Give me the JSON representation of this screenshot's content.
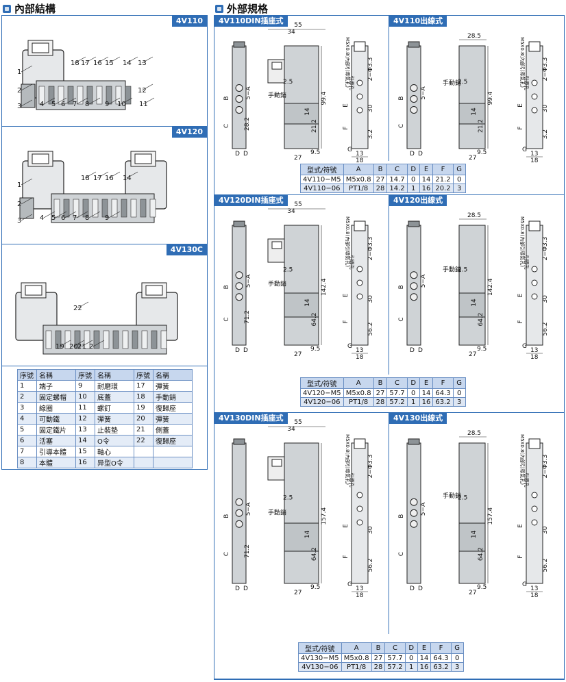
{
  "left_section": {
    "title": "內部結構"
  },
  "right_section": {
    "title": "外部規格"
  },
  "internal_panels": [
    {
      "tag": "4V110",
      "labels": [
        "1",
        "2",
        "3",
        "4",
        "5",
        "6",
        "7",
        "8",
        "9",
        "10",
        "11",
        "12",
        "13",
        "14",
        "15",
        "16",
        "17",
        "18"
      ]
    },
    {
      "tag": "4V120",
      "labels": [
        "1",
        "2",
        "3",
        "4",
        "5",
        "6",
        "7",
        "8",
        "9",
        "14",
        "16",
        "17",
        "18"
      ]
    },
    {
      "tag": "4V130C",
      "labels": [
        "2",
        "19",
        "20",
        "21",
        "22"
      ]
    }
  ],
  "parts_table": {
    "headers": [
      "序號",
      "名稱",
      "序號",
      "名稱",
      "序號",
      "名稱"
    ],
    "rows": [
      [
        "1",
        "端子",
        "9",
        "耐磨環",
        "17",
        "彈簧"
      ],
      [
        "2",
        "固定螺帽",
        "10",
        "底蓋",
        "18",
        "手動銷"
      ],
      [
        "3",
        "線圈",
        "11",
        "螺釘",
        "19",
        "復歸座"
      ],
      [
        "4",
        "可動鐵",
        "12",
        "彈簧",
        "20",
        "彈簧"
      ],
      [
        "5",
        "固定鐵片",
        "13",
        "止裝墊",
        "21",
        "側蓋"
      ],
      [
        "6",
        "活塞",
        "14",
        "O令",
        "22",
        "復歸座"
      ],
      [
        "7",
        "引導本體",
        "15",
        "軸心",
        "",
        " "
      ],
      [
        "8",
        "本體",
        "16",
        "异型O令",
        "",
        ""
      ]
    ]
  },
  "spec_panels": [
    {
      "din_tag": "4V110DIN插座式",
      "wire_tag": "4V110出線式",
      "dims_din": {
        "w1": "55",
        "w2": "34",
        "a": "2.5",
        "h1": "99.4",
        "h2": "21.2",
        "h3": "28.2",
        "h4": "14",
        "b1": "27",
        "b2": "9.5",
        "manual": "手動銷"
      },
      "dims_wire": {
        "w1": "28.5",
        "a": "2.5",
        "h1": "99.4",
        "h2": "21.2",
        "h4": "14",
        "b1": "27",
        "b2": "9.5",
        "manual": "手動銷"
      },
      "side_dims": {
        "holes": "2−Φ3.3",
        "v1": "30",
        "v2": "3.2",
        "b1": "13",
        "b2": "18",
        "screw": "M5X0.8(內部引導氣孔)",
        "port": "引導孔"
      },
      "table": {
        "headers": [
          "型式/符號",
          "A",
          "B",
          "C",
          "D",
          "E",
          "F",
          "G"
        ],
        "rows": [
          [
            "4V110−M5",
            "M5x0.8",
            "27",
            "14.7",
            "0",
            "14",
            "21.2",
            "0"
          ],
          [
            "4V110−06",
            "PT1/8",
            "28",
            "14.2",
            "1",
            "16",
            "20.2",
            "3"
          ]
        ]
      }
    },
    {
      "din_tag": "4V120DIN插座式",
      "wire_tag": "4V120出線式",
      "dims_din": {
        "w1": "55",
        "w2": "34",
        "a": "2.5",
        "h1": "142.4",
        "h2": "64.2",
        "h3": "71.2",
        "h4": "14",
        "b1": "27",
        "b2": "9.5",
        "manual": "手動銷"
      },
      "dims_wire": {
        "w1": "28.5",
        "a": "2.5",
        "h1": "142.4",
        "h2": "64.2",
        "h4": "14",
        "b1": "27",
        "b2": "9.5",
        "manual": "手動銷"
      },
      "side_dims": {
        "holes": "2−Φ3.3",
        "v1": "30",
        "v2": "56.2",
        "b1": "13",
        "b2": "18",
        "screw": "M5X0.8(內部引導氣孔)",
        "port": "引導孔"
      },
      "table": {
        "headers": [
          "型式/符號",
          "A",
          "B",
          "C",
          "D",
          "E",
          "F",
          "G"
        ],
        "rows": [
          [
            "4V120−M5",
            "M5x0.8",
            "27",
            "57.7",
            "0",
            "14",
            "64.3",
            "0"
          ],
          [
            "4V120−06",
            "PT1/8",
            "28",
            "57.2",
            "1",
            "16",
            "63.2",
            "3"
          ]
        ]
      }
    },
    {
      "din_tag": "4V130DIN插座式",
      "wire_tag": "4V130出線式",
      "dims_din": {
        "w1": "55",
        "w2": "34",
        "a": "2.5",
        "h1": "157.4",
        "h2": "64.2",
        "h3": "71.2",
        "h4": "14",
        "b1": "27",
        "b2": "9.5",
        "manual": "手動銷"
      },
      "dims_wire": {
        "w1": "28.5",
        "a": "2.5",
        "h1": "157.4",
        "h2": "64.2",
        "h4": "14",
        "b1": "27",
        "b2": "9.5",
        "manual": "手動銷"
      },
      "side_dims": {
        "holes": "2−Φ3.3",
        "v1": "30",
        "v2": "56.2",
        "b1": "13",
        "b2": "18",
        "screw": "M5X0.8(內部引導氣孔)",
        "port": "引導孔"
      },
      "table": {
        "headers": [
          "型式/符號",
          "A",
          "B",
          "C",
          "D",
          "E",
          "F",
          "G"
        ],
        "rows": [
          [
            "4V130−M5",
            "M5x0.8",
            "27",
            "57.7",
            "0",
            "14",
            "64.3",
            "0"
          ],
          [
            "4V130−06",
            "PT1/8",
            "28",
            "57.2",
            "1",
            "16",
            "63.2",
            "3"
          ]
        ]
      }
    }
  ],
  "letters": {
    "a": "A",
    "b": "B",
    "c": "C",
    "d": "D",
    "e": "E",
    "f": "F",
    "g": "G",
    "a5": "5−A"
  },
  "colors": {
    "accent": "#2f6db5",
    "body": "#cfd3d6",
    "dark": "#5a5f63"
  }
}
